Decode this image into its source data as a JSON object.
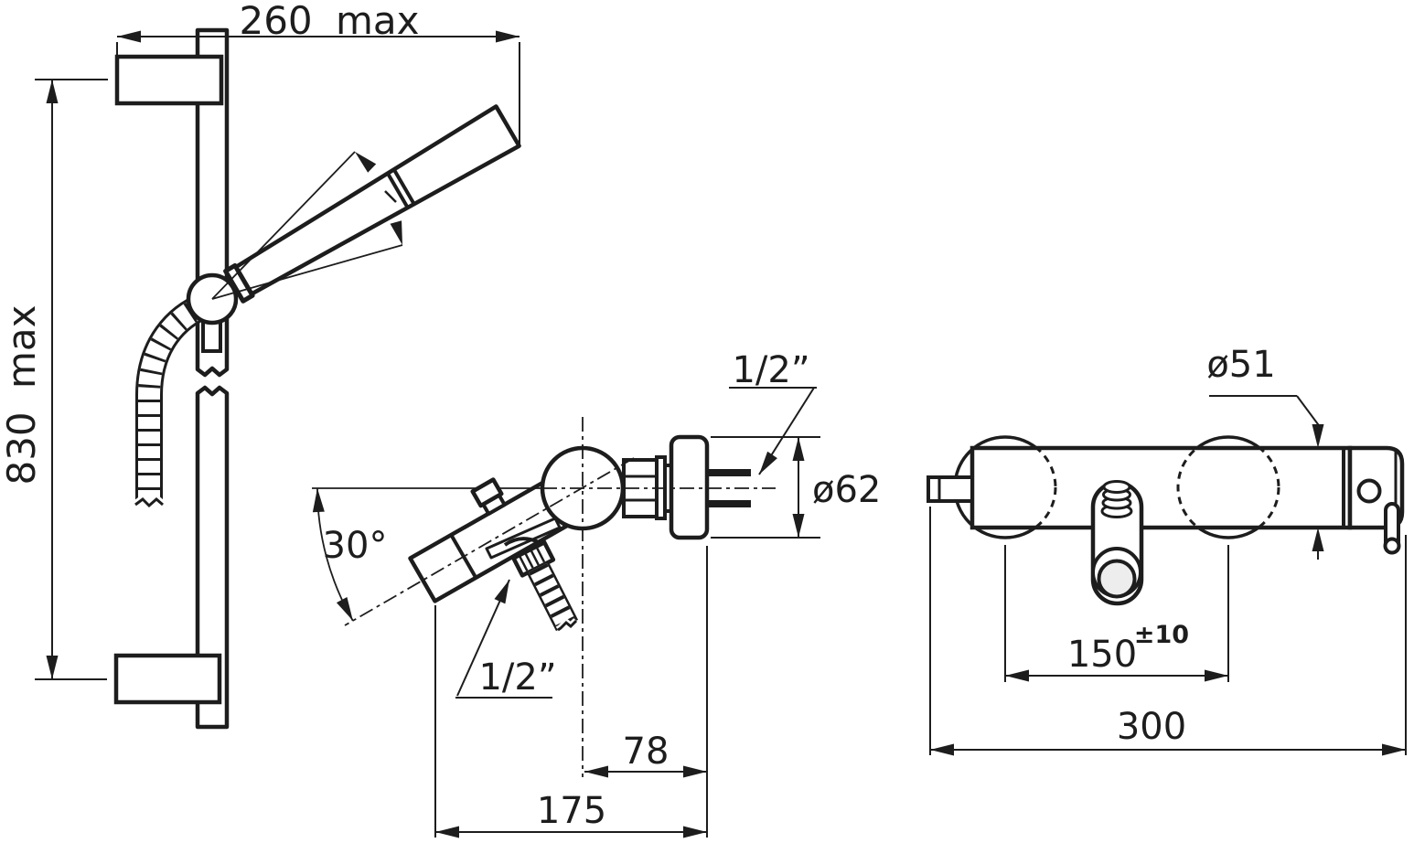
{
  "drawing": {
    "type": "technical-dimension-drawing",
    "background_color": "#ffffff",
    "line_color": "#1d1d1d",
    "views": {
      "slide_bar_side": {
        "dims": {
          "width_max": "260 max",
          "height_max": "830 max"
        }
      },
      "mixer_side": {
        "dims": {
          "swivel_angle": "30°",
          "wall_inlet_thread": "1/2”",
          "hose_outlet_thread": "1/2”",
          "escutcheon_diameter": "ø62",
          "center_to_wall": "78",
          "overall_depth": "175"
        }
      },
      "mixer_front": {
        "dims": {
          "body_diameter": "ø51",
          "inlet_centers": "150",
          "inlet_centers_tolerance": "±10",
          "overall_width": "300"
        }
      }
    }
  }
}
